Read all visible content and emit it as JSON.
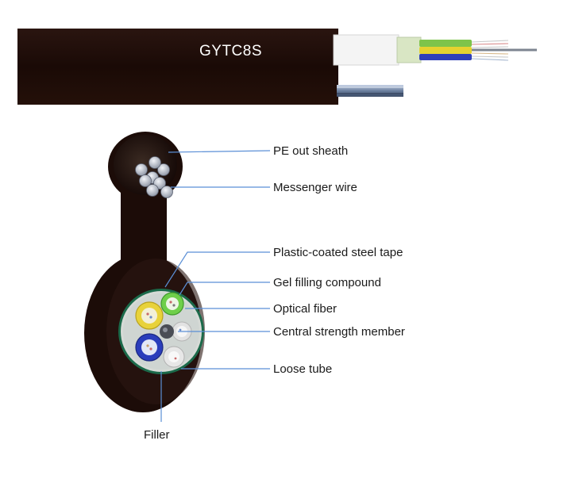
{
  "cable": {
    "model": "GYTC8S"
  },
  "labels": {
    "pe_sheath": "PE out sheath",
    "messenger_wire": "Messenger wire",
    "steel_tape": "Plastic-coated steel tape",
    "gel": "Gel filling compound",
    "optical_fiber": "Optical fiber",
    "central_member": "Central strength member",
    "loose_tube": "Loose tube",
    "filler": "Filler"
  },
  "colors": {
    "sheath": "#1e0f0a",
    "leader": "#5b8fd6",
    "tube_yellow": "#e8d23a",
    "tube_blue": "#2a3dbb",
    "tube_green": "#6fcf4a",
    "tube_white": "#e7e7e7"
  }
}
